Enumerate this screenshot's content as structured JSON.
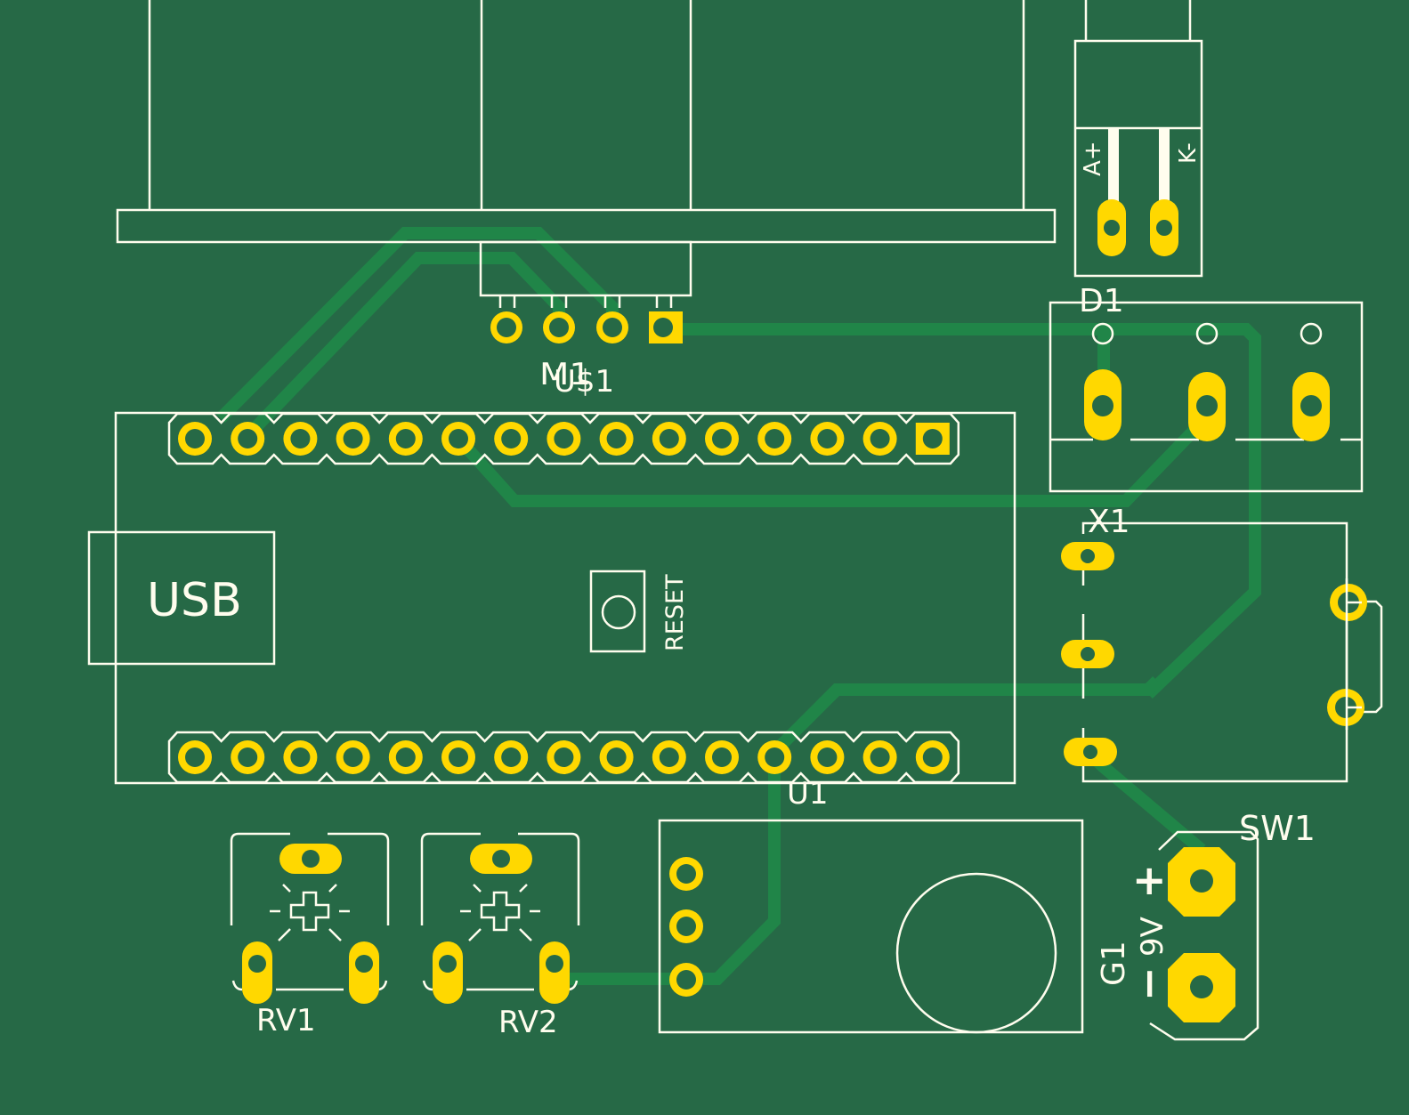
{
  "app": {
    "view": "PCB board layout (top view)"
  },
  "colors": {
    "board": "#266946",
    "silkscreen": "#FFFDEE",
    "copper_pad": "#FFD800",
    "trace": "#208548"
  },
  "labels": {
    "m1": "M1",
    "us1": "U$1",
    "d1": "D1",
    "x1": "X1",
    "u1": "U1",
    "sw1": "SW1",
    "g1": "G1",
    "rv1": "RV1",
    "rv2": "RV2",
    "usb": "USB",
    "reset": "RESET",
    "anode": "A+",
    "cathode": "K-",
    "battery_voltage": "9V",
    "plus": "+",
    "minus": "−"
  },
  "components": [
    {
      "ref": "M1",
      "type": "servo/motor header",
      "pins": 4
    },
    {
      "ref": "U$1",
      "type": "microcontroller board",
      "header_pins_per_row": 15
    },
    {
      "ref": "D1",
      "type": "LED",
      "pins": [
        "A+",
        "K-"
      ]
    },
    {
      "ref": "X1",
      "type": "jack/connector",
      "pins": 3
    },
    {
      "ref": "U1",
      "type": "module with round sensor",
      "pins": 3
    },
    {
      "ref": "SW1",
      "type": "switch"
    },
    {
      "ref": "G1",
      "type": "9V battery connector",
      "pins": [
        "+",
        "-"
      ]
    },
    {
      "ref": "RV1",
      "type": "trimmer potentiometer",
      "pins": 3
    },
    {
      "ref": "RV2",
      "type": "trimmer potentiometer",
      "pins": 3
    }
  ]
}
